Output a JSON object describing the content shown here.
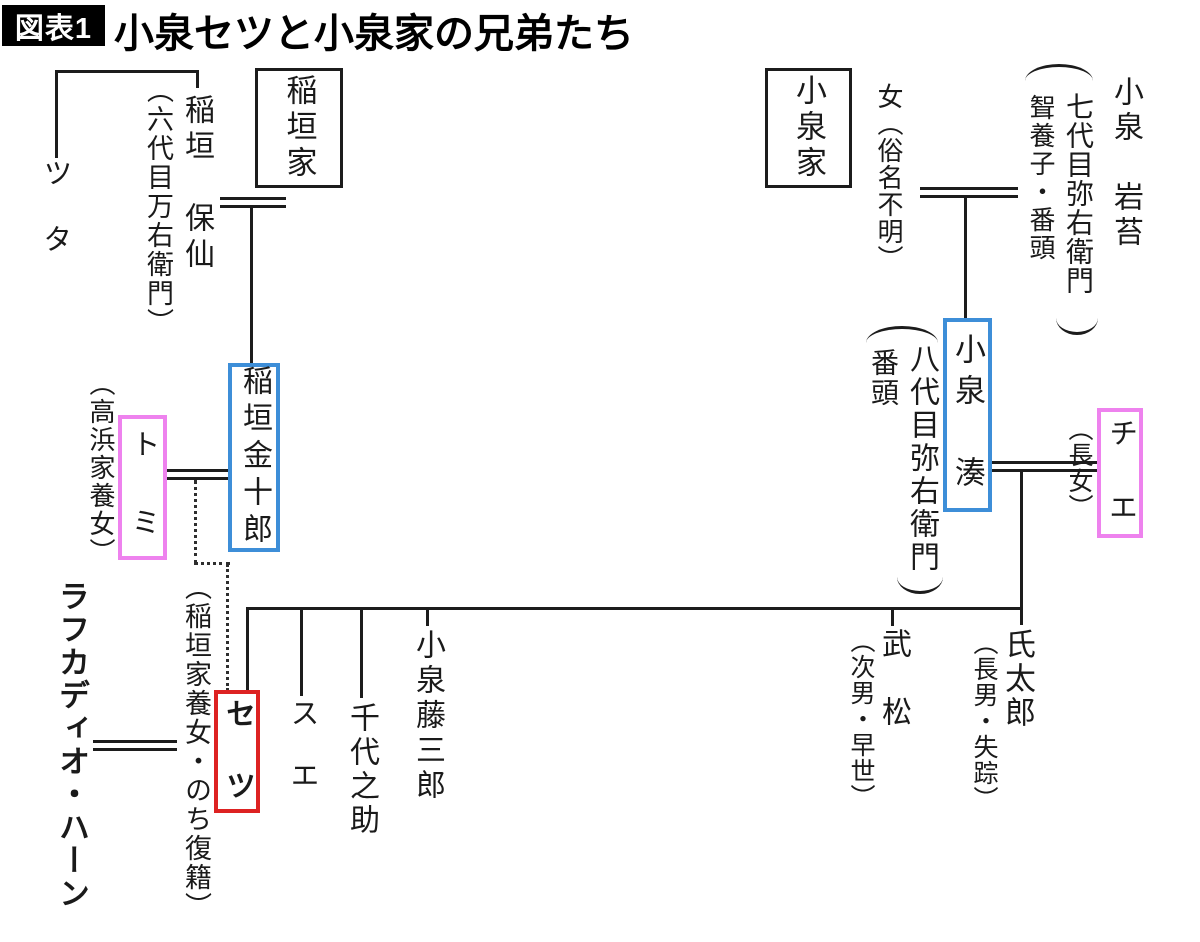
{
  "title": {
    "badge": "図表1",
    "text": "小泉セツと小泉家の兄弟たち"
  },
  "families": {
    "inagaki": "稲垣家",
    "koizumi": "小泉家"
  },
  "inagaki_side": {
    "tsuta": "ツ　タ",
    "hosen": {
      "name": "稲垣　保仙",
      "note": "（六代目万右衛門）"
    },
    "kinjuro": "稲垣金十郎",
    "tomi": {
      "name": "ト　ミ",
      "note": "（高浜家養女）"
    }
  },
  "koizumi_side": {
    "mother": "女（俗名不明）",
    "iwatake": {
      "name": "小泉　岩苔",
      "note_inner": "七代目弥右衛門",
      "note_outer": "聟養子・番頭"
    },
    "minato": {
      "name": "小泉　湊",
      "note_inner": "八代目弥右衛門",
      "note_outer": "番頭"
    },
    "chie": {
      "name": "チ　エ",
      "note": "（長女）"
    }
  },
  "children": {
    "setsu": {
      "name": "セ　ツ",
      "note": "（稲垣家養女・のち復籍）"
    },
    "sue": "ス　エ",
    "chiyonosuke": "千代之助",
    "tozaburo": "小泉藤三郎",
    "takematsu": {
      "name": "武　松",
      "note": "（次男・早世）"
    },
    "ujitaro": {
      "name": "氏太郎",
      "note": "（長男・失踪）"
    }
  },
  "spouse": {
    "hearn": "ラフカディオ・ハーン"
  },
  "colors": {
    "highlight_blue": "#3d8ed8",
    "highlight_pink": "#ee82ee",
    "highlight_red": "#dd2222",
    "line": "#1c1c1c"
  }
}
